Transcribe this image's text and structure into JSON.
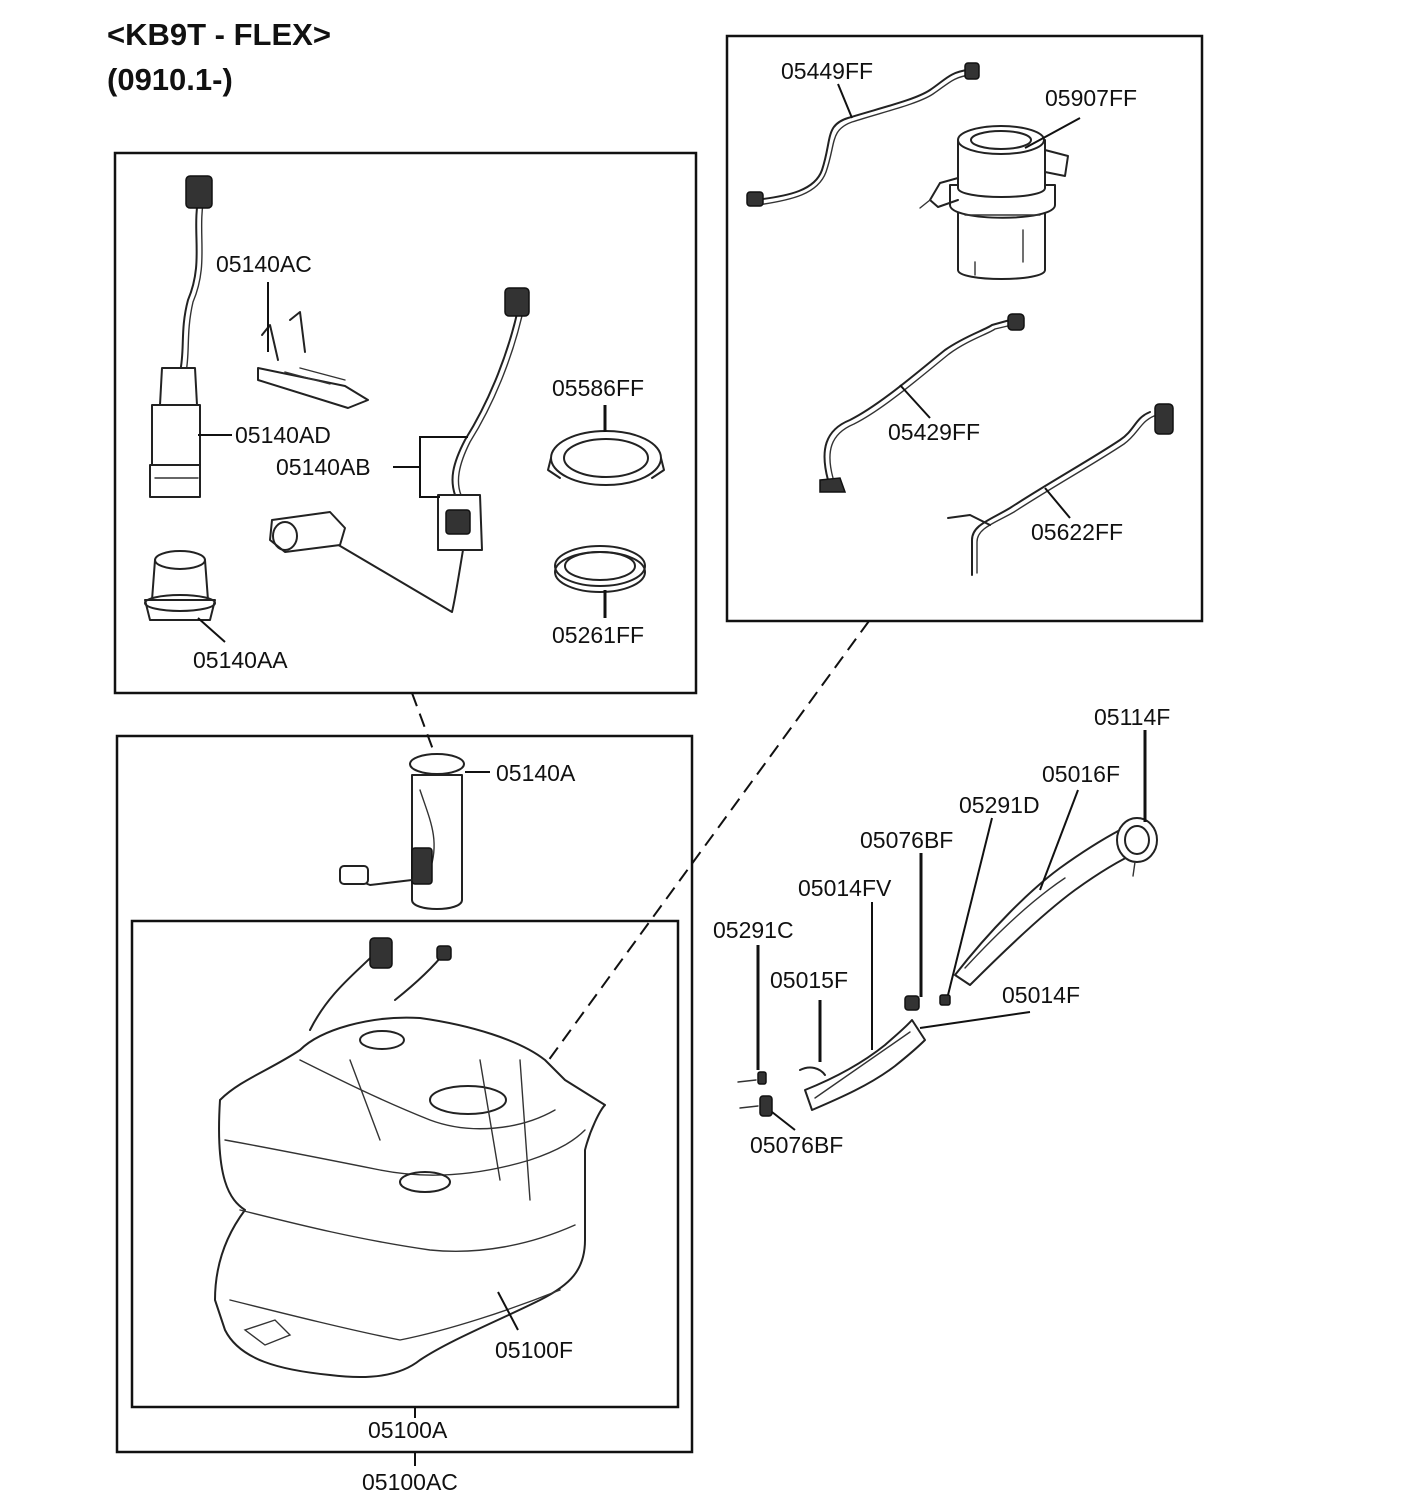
{
  "header": {
    "model": "<KB9T - FLEX>",
    "date_range": "(0910.1-)"
  },
  "parts": {
    "p05449FF": "05449FF",
    "p05907FF": "05907FF",
    "p05429FF": "05429FF",
    "p05622FF": "05622FF",
    "p05140AC": "05140AC",
    "p05140AD": "05140AD",
    "p05140AB": "05140AB",
    "p05586FF": "05586FF",
    "p05261FF": "05261FF",
    "p05140AA": "05140AA",
    "p05140A": "05140A",
    "p05100F": "05100F",
    "p05100A": "05100A",
    "p05100AC": "05100AC",
    "p05114F": "05114F",
    "p05016F": "05016F",
    "p05291D": "05291D",
    "p05076BF_top": "05076BF",
    "p05014FV": "05014FV",
    "p05291C": "05291C",
    "p05015F": "05015F",
    "p05014F": "05014F",
    "p05076BF_bottom": "05076BF"
  }
}
